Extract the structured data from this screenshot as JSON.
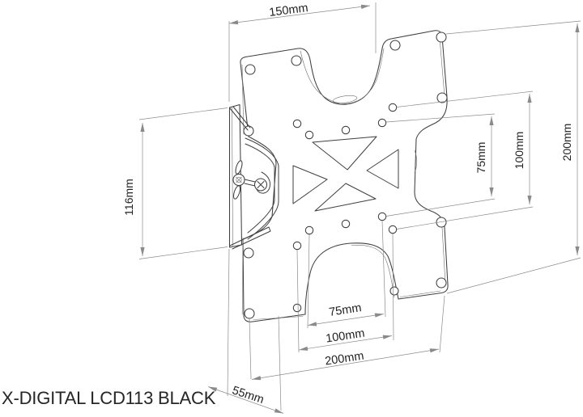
{
  "drawing": {
    "product_label": "X-DIGITAL LCD113 BLACK",
    "dimensions": {
      "wall_plate_width": "150mm",
      "wall_plate_height": "116mm",
      "right_hole_spacing_small": "75mm",
      "right_hole_spacing_medium": "100mm",
      "right_overall_height": "200mm",
      "bottom_hole_spacing_small": "75mm",
      "bottom_hole_spacing_medium": "100mm",
      "bottom_overall_width": "200mm",
      "bracket_depth": "55mm"
    },
    "colors": {
      "background": "#ffffff",
      "part_outline": "#3f3f3f",
      "dimension_lines": "#8a8a8a",
      "label_text": "#222222"
    }
  }
}
